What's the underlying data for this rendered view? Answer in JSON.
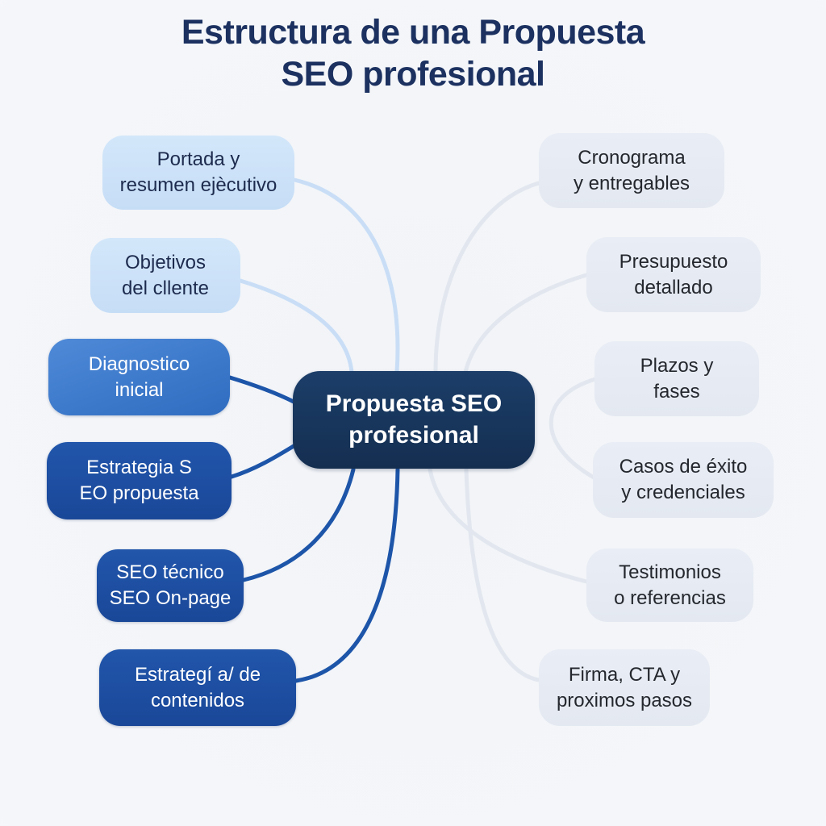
{
  "title": "Estructura de una Propuesta\nSEO profesional",
  "center": {
    "label": "Propuesta SEO\nprofesional"
  },
  "left_nodes": [
    {
      "label": "Portada y\nresumen ejècutivo",
      "style": "light"
    },
    {
      "label": "Objetivos\ndel cllente",
      "style": "light"
    },
    {
      "label": "Diagnostico\ninicial",
      "style": "medium"
    },
    {
      "label": "Estrategia S\nEO propuesta",
      "style": "dark"
    },
    {
      "label": "SEO técnico\nSEO On-page",
      "style": "dark"
    },
    {
      "label": "Estrategí a/ de\ncontenidos",
      "style": "dark"
    }
  ],
  "right_nodes": [
    {
      "label": "Cronograma\ny entregables"
    },
    {
      "label": "Presupuesto\ndetallado"
    },
    {
      "label": "Plazos y\nfases"
    },
    {
      "label": "Casos de éxito\ny credenciales"
    },
    {
      "label": "Testimonios\no referencias"
    },
    {
      "label": "Firma, CTA y\nproximos pasos"
    }
  ],
  "colors": {
    "title_text": "#1c3160",
    "light_node_fill": "#cde3f8",
    "medium_node_fill": "#4080cf",
    "dark_node_fill": "#1d4da1",
    "center_node_fill": "#18365c",
    "right_node_fill": "#e8ecf4",
    "light_connector": "#c9def6",
    "dark_connector": "#1d55a9",
    "gray_connector": "#e2e7ef"
  }
}
